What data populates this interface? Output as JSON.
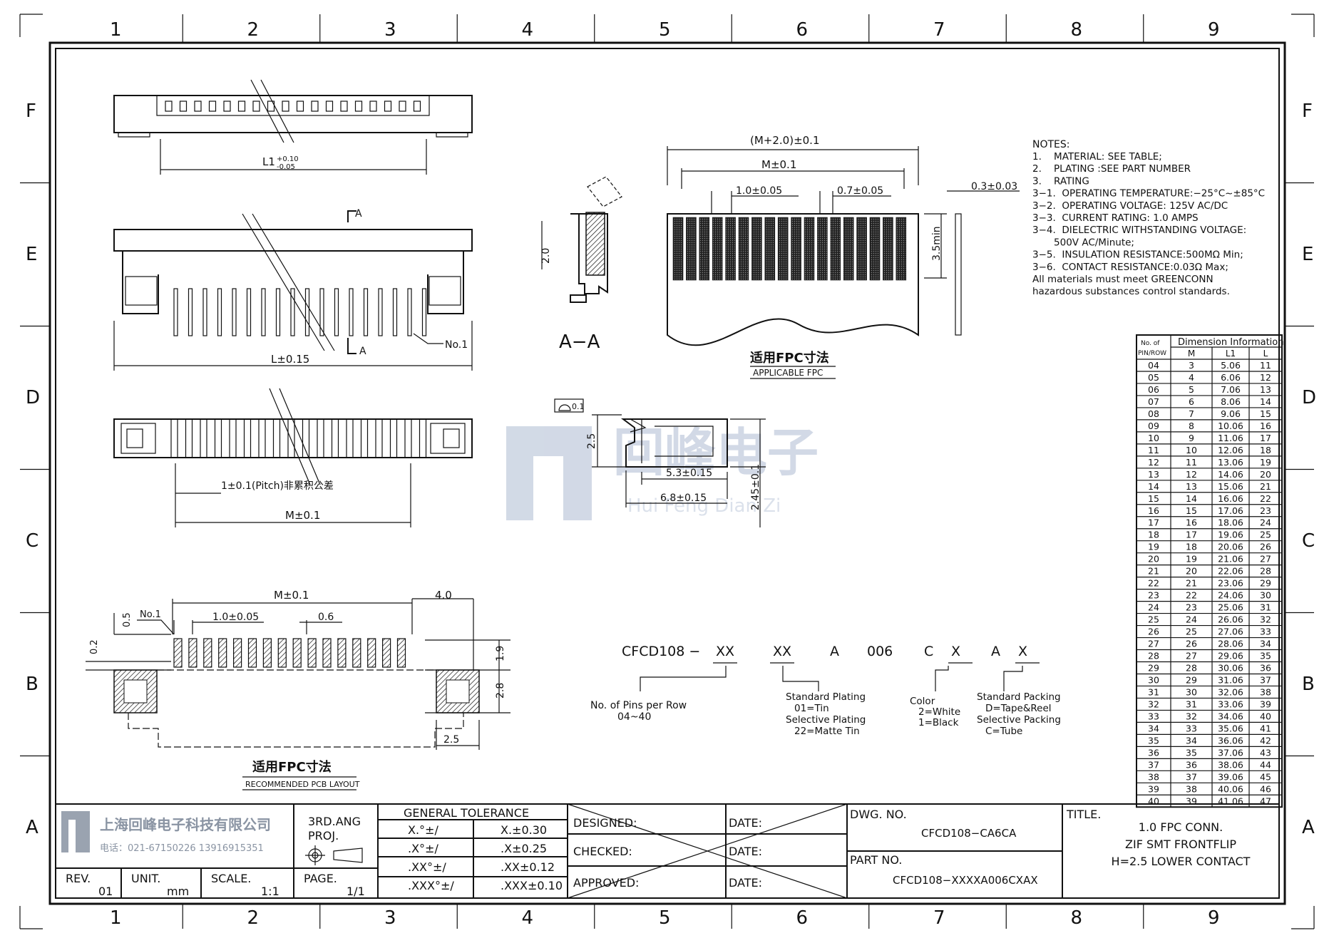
{
  "border": {
    "cols": [
      "1",
      "2",
      "3",
      "4",
      "5",
      "6",
      "7",
      "8",
      "9"
    ],
    "rows": [
      "F",
      "E",
      "D",
      "C",
      "B",
      "A"
    ]
  },
  "views": {
    "top": {
      "dim_l1": "L1",
      "dim_l1_tol_up": "+0.10",
      "dim_l1_tol_dn": "-0.05"
    },
    "front": {
      "section_mark": "A",
      "pin_no1": "No.1",
      "dim_l": "L±0.15"
    },
    "bottom": {
      "pitch": "1±0.1(Pitch)非累积公差",
      "dim_m": "M±0.1"
    },
    "section": {
      "label": "A−A",
      "dim_20": "2.0"
    },
    "fpc": {
      "dim_m2": "(M+2.0)±0.1",
      "dim_m": "M±0.1",
      "pitch": "1.0±0.05",
      "width": "0.7±0.05",
      "thick": "0.3±0.03",
      "len": "3.5min",
      "title_cn": "适用FPC寸法",
      "title_en": "APPLICABLE FPC"
    },
    "side": {
      "flat": "0.1",
      "dim_25": "2.5",
      "dim_53": "5.3±0.15",
      "dim_68": "6.8±0.15",
      "dim_245": "2.45±0.1"
    },
    "pcb": {
      "dim_m": "M±0.1",
      "dim_40": "4.0",
      "dim_05": "0.5",
      "no1": "No.1",
      "pitch": "1.0±0.05",
      "pad": "0.6",
      "dim_02": "0.2",
      "dim_19": "1.9",
      "dim_28": "2.8",
      "dim_25": "2.5",
      "title_cn": "适用FPC寸法",
      "title_en": "RECOMMENDED PCB LAYOUT"
    }
  },
  "watermark": {
    "cn": "回峰电子",
    "en": "Hui Feng Dian Zi"
  },
  "notes": {
    "title": "NOTES:",
    "lines": [
      "1.    MATERIAL: SEE TABLE;",
      "2.    PLATING :SEE PART NUMBER",
      "3.    RATING",
      "3−1.  OPERATING TEMPERATURE:−25°C~±85°C",
      "3−2.  OPERATING VOLTAGE: 125V AC/DC",
      "3−3.  CURRENT RATING: 1.0 AMPS",
      "3−4.  DIELECTRIC WITHSTANDING VOLTAGE:",
      "       500V AC/Minute;",
      "3−5.  INSULATION RESISTANCE:500MΩ Min;",
      "3−6.  CONTACT RESISTANCE:0.03Ω Max;",
      "All materials must meet GREENCONN",
      "hazardous substances control standards."
    ]
  },
  "table": {
    "h1": "No. of",
    "h2": "PIN/ROW",
    "h_group": "Dimension  Information",
    "cols": [
      "M",
      "L1",
      "L"
    ],
    "rows": [
      [
        "04",
        "3",
        "5.06",
        "11"
      ],
      [
        "05",
        "4",
        "6.06",
        "12"
      ],
      [
        "06",
        "5",
        "7.06",
        "13"
      ],
      [
        "07",
        "6",
        "8.06",
        "14"
      ],
      [
        "08",
        "7",
        "9.06",
        "15"
      ],
      [
        "09",
        "8",
        "10.06",
        "16"
      ],
      [
        "10",
        "9",
        "11.06",
        "17"
      ],
      [
        "11",
        "10",
        "12.06",
        "18"
      ],
      [
        "12",
        "11",
        "13.06",
        "19"
      ],
      [
        "13",
        "12",
        "14.06",
        "20"
      ],
      [
        "14",
        "13",
        "15.06",
        "21"
      ],
      [
        "15",
        "14",
        "16.06",
        "22"
      ],
      [
        "16",
        "15",
        "17.06",
        "23"
      ],
      [
        "17",
        "16",
        "18.06",
        "24"
      ],
      [
        "18",
        "17",
        "19.06",
        "25"
      ],
      [
        "19",
        "18",
        "20.06",
        "26"
      ],
      [
        "20",
        "19",
        "21.06",
        "27"
      ],
      [
        "21",
        "20",
        "22.06",
        "28"
      ],
      [
        "22",
        "21",
        "23.06",
        "29"
      ],
      [
        "23",
        "22",
        "24.06",
        "30"
      ],
      [
        "24",
        "23",
        "25.06",
        "31"
      ],
      [
        "25",
        "24",
        "26.06",
        "32"
      ],
      [
        "26",
        "25",
        "27.06",
        "33"
      ],
      [
        "27",
        "26",
        "28.06",
        "34"
      ],
      [
        "28",
        "27",
        "29.06",
        "35"
      ],
      [
        "29",
        "28",
        "30.06",
        "36"
      ],
      [
        "30",
        "29",
        "31.06",
        "37"
      ],
      [
        "31",
        "30",
        "32.06",
        "38"
      ],
      [
        "32",
        "31",
        "33.06",
        "39"
      ],
      [
        "33",
        "32",
        "34.06",
        "40"
      ],
      [
        "34",
        "33",
        "35.06",
        "41"
      ],
      [
        "35",
        "34",
        "36.06",
        "42"
      ],
      [
        "36",
        "35",
        "37.06",
        "43"
      ],
      [
        "37",
        "36",
        "38.06",
        "44"
      ],
      [
        "38",
        "37",
        "39.06",
        "45"
      ],
      [
        "39",
        "38",
        "40.06",
        "46"
      ],
      [
        "40",
        "39",
        "41.06",
        "47"
      ]
    ]
  },
  "partcode": {
    "parts": [
      "CFCD108 −",
      "XX",
      "XX",
      "A",
      "006",
      "C",
      "X",
      "A",
      "X"
    ],
    "pins_label": "No. of Pins per Row",
    "pins_range": "04~40",
    "plating": [
      "Standard Plating",
      "01=Tin",
      "Selective Plating",
      "22=Matte Tin"
    ],
    "color": [
      "Color",
      "2=White",
      "1=Black"
    ],
    "packing": [
      "Standard Packing",
      "D=Tape&Reel",
      "Selective Packing",
      "C=Tube"
    ]
  },
  "titleblock": {
    "company": "上海回峰电子科技有限公司",
    "phone": "电话：021-67150226  13916915351",
    "rev_label": "REV.",
    "rev": "01",
    "unit_label": "UNIT.",
    "unit": "mm",
    "scale_label": "SCALE.",
    "scale": "1:1",
    "proj1": "3RD.ANG",
    "proj2": "PROJ.",
    "page_label": "PAGE.",
    "page": "1/1",
    "tol_title": "GENERAL  TOLERANCE",
    "tol": [
      [
        "X.°±/",
        "X.±0.30"
      ],
      [
        ".X°±/",
        ".X±0.25"
      ],
      [
        ".XX°±/",
        ".XX±0.12"
      ],
      [
        ".XXX°±/",
        ".XXX±0.10"
      ]
    ],
    "designed": "DESIGNED:",
    "checked": "CHECKED:",
    "approved": "APPROVED:",
    "date": "DATE:",
    "dwg_label": "DWG. NO.",
    "dwg": "CFCD108−CA6CA",
    "part_label": "PART NO.",
    "part": "CFCD108−XXXXA006CXAX",
    "title_label": "TITLE.",
    "title_lines": [
      "1.0 FPC CONN.",
      "ZIF SMT FRONTFLIP",
      "H=2.5 LOWER CONTACT"
    ]
  }
}
